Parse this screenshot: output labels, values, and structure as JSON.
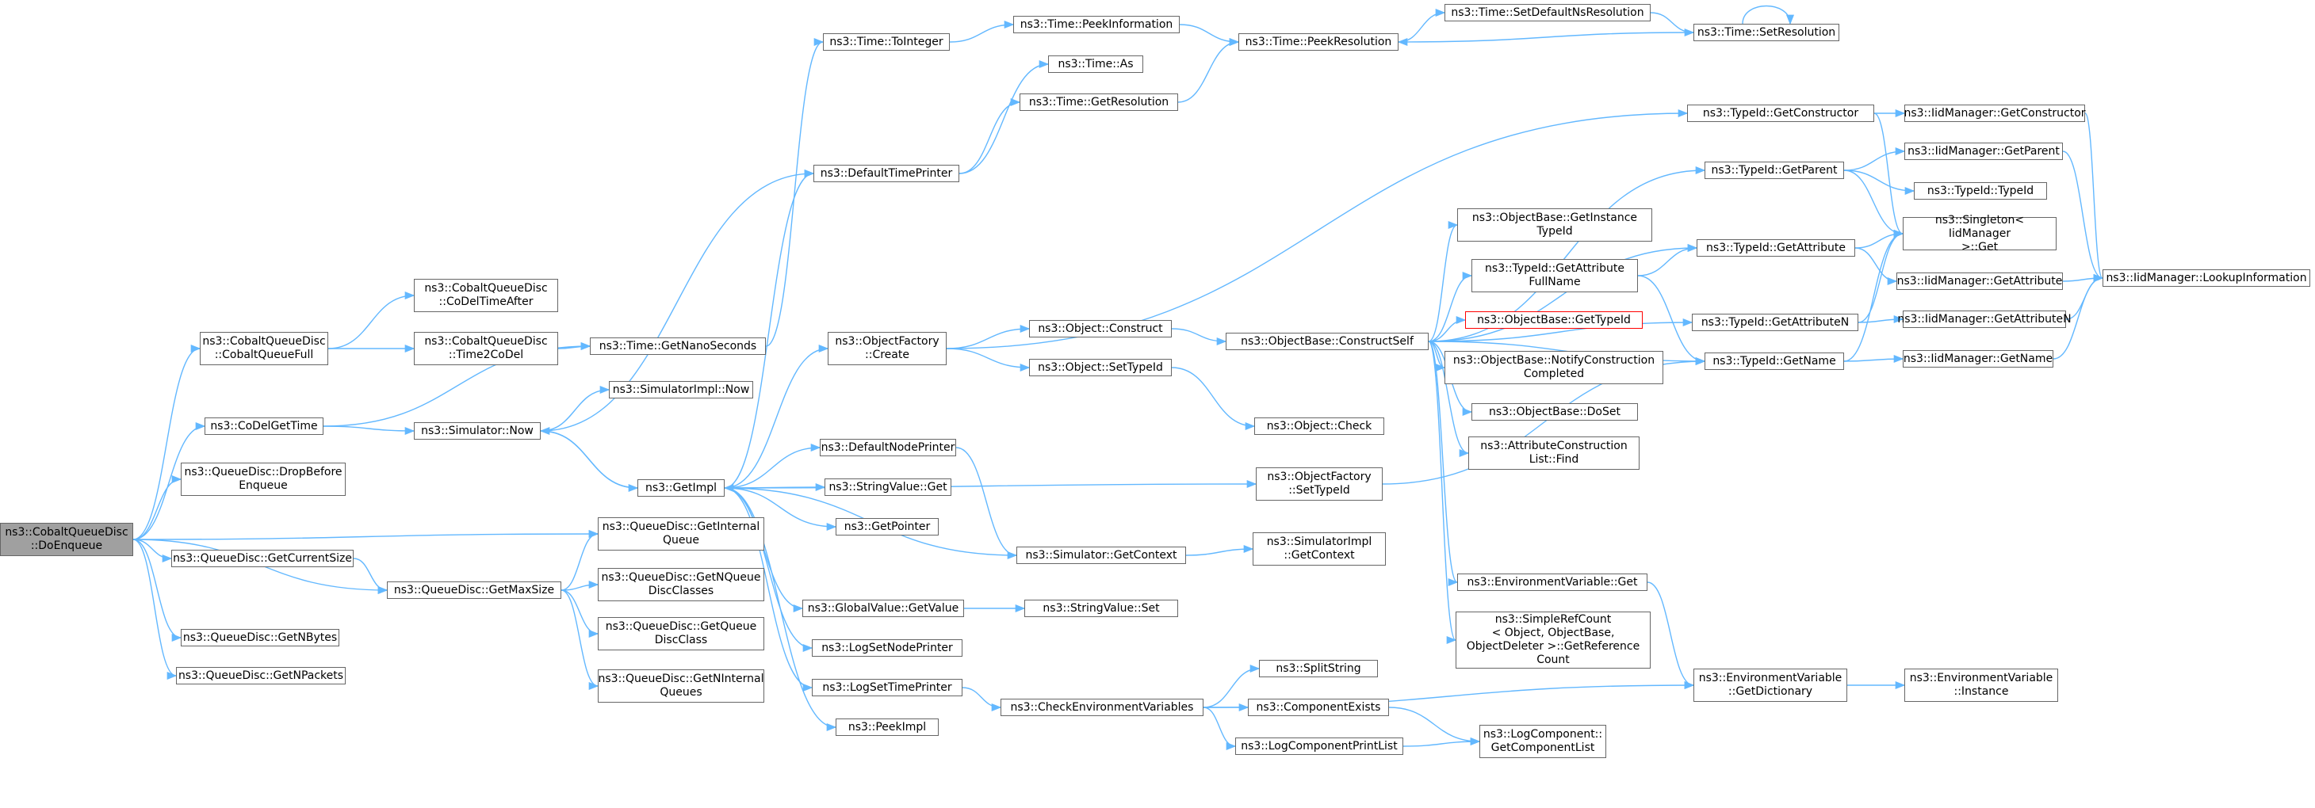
{
  "diagram": {
    "title": "",
    "nodes": [
      {
        "id": "root",
        "label": "ns3::CobaltQueueDisc\n::DoEnqueue",
        "kind": "root"
      },
      {
        "id": "cobaltQueueFull",
        "label": "ns3::CobaltQueueDisc\n::CobaltQueueFull"
      },
      {
        "id": "codelGetTime",
        "label": "ns3::CoDelGetTime"
      },
      {
        "id": "dropBeforeEnqueue",
        "label": "ns3::QueueDisc::DropBefore\nEnqueue"
      },
      {
        "id": "getCurrentSize",
        "label": "ns3::QueueDisc::GetCurrentSize"
      },
      {
        "id": "getMaxSize",
        "label": "ns3::QueueDisc::GetMaxSize"
      },
      {
        "id": "getNBytes",
        "label": "ns3::QueueDisc::GetNBytes"
      },
      {
        "id": "getNPackets",
        "label": "ns3::QueueDisc::GetNPackets"
      },
      {
        "id": "codelTimeAfter",
        "label": "ns3::CobaltQueueDisc\n::CoDelTimeAfter"
      },
      {
        "id": "time2CoDel",
        "label": "ns3::CobaltQueueDisc\n::Time2CoDel"
      },
      {
        "id": "getNanoSeconds",
        "label": "ns3::Time::GetNanoSeconds"
      },
      {
        "id": "simulatorNow",
        "label": "ns3::Simulator::Now"
      },
      {
        "id": "simulatorImplNow",
        "label": "ns3::SimulatorImpl::Now"
      },
      {
        "id": "getInternalQueue",
        "label": "ns3::QueueDisc::GetInternal\nQueue"
      },
      {
        "id": "getNQueueDiscClasses",
        "label": "ns3::QueueDisc::GetNQueue\nDiscClasses"
      },
      {
        "id": "getQueueDiscClass",
        "label": "ns3::QueueDisc::GetQueue\nDiscClass"
      },
      {
        "id": "getNInternalQueues",
        "label": "ns3::QueueDisc::GetNInternal\nQueues"
      },
      {
        "id": "getImpl",
        "label": "ns3::GetImpl"
      },
      {
        "id": "timeToInteger",
        "label": "ns3::Time::ToInteger"
      },
      {
        "id": "defaultTimePrinter",
        "label": "ns3::DefaultTimePrinter"
      },
      {
        "id": "objectFactoryCreate",
        "label": "ns3::ObjectFactory\n::Create"
      },
      {
        "id": "defaultNodePrinter",
        "label": "ns3::DefaultNodePrinter"
      },
      {
        "id": "stringValueGet",
        "label": "ns3::StringValue::Get"
      },
      {
        "id": "getPointer",
        "label": "ns3::GetPointer"
      },
      {
        "id": "globalValueGetValue",
        "label": "ns3::GlobalValue::GetValue"
      },
      {
        "id": "logSetNodePrinter",
        "label": "ns3::LogSetNodePrinter"
      },
      {
        "id": "logSetTimePrinter",
        "label": "ns3::LogSetTimePrinter"
      },
      {
        "id": "peekImpl",
        "label": "ns3::PeekImpl"
      },
      {
        "id": "timePeekInformation",
        "label": "ns3::Time::PeekInformation"
      },
      {
        "id": "timeAs",
        "label": "ns3::Time::As"
      },
      {
        "id": "timeGetResolution",
        "label": "ns3::Time::GetResolution"
      },
      {
        "id": "timePeekResolution",
        "label": "ns3::Time::PeekResolution"
      },
      {
        "id": "timeSetDefaultNsResolution",
        "label": "ns3::Time::SetDefaultNsResolution"
      },
      {
        "id": "timeSetResolution",
        "label": "ns3::Time::SetResolution"
      },
      {
        "id": "objectConstruct",
        "label": "ns3::Object::Construct"
      },
      {
        "id": "objectSetTypeId",
        "label": "ns3::Object::SetTypeId"
      },
      {
        "id": "objectCheck",
        "label": "ns3::Object::Check"
      },
      {
        "id": "objectFactorySetTypeId",
        "label": "ns3::ObjectFactory\n::SetTypeId"
      },
      {
        "id": "simulatorGetContext",
        "label": "ns3::Simulator::GetContext"
      },
      {
        "id": "simulatorImplGetContext",
        "label": "ns3::SimulatorImpl\n::GetContext"
      },
      {
        "id": "stringValueSet",
        "label": "ns3::StringValue::Set"
      },
      {
        "id": "checkEnvVars",
        "label": "ns3::CheckEnvironmentVariables"
      },
      {
        "id": "splitString",
        "label": "ns3::SplitString"
      },
      {
        "id": "componentExists",
        "label": "ns3::ComponentExists"
      },
      {
        "id": "logComponentPrintList",
        "label": "ns3::LogComponentPrintList"
      },
      {
        "id": "getComponentList",
        "label": "ns3::LogComponent::\nGetComponentList"
      },
      {
        "id": "constructSelf",
        "label": "ns3::ObjectBase::ConstructSelf"
      },
      {
        "id": "getInstanceTypeId",
        "label": "ns3::ObjectBase::GetInstance\nTypeId"
      },
      {
        "id": "getAttributeFullName",
        "label": "ns3::TypeId::GetAttribute\nFullName"
      },
      {
        "id": "objectBaseGetTypeId",
        "label": "ns3::ObjectBase::GetTypeId",
        "kind": "red"
      },
      {
        "id": "notifyConstructionCompleted",
        "label": "ns3::ObjectBase::NotifyConstruction\nCompleted"
      },
      {
        "id": "doSet",
        "label": "ns3::ObjectBase::DoSet"
      },
      {
        "id": "attrConstructionListFind",
        "label": "ns3::AttributeConstruction\nList::Find"
      },
      {
        "id": "envVarGet",
        "label": "ns3::EnvironmentVariable::Get"
      },
      {
        "id": "simpleRefCount",
        "label": "ns3::SimpleRefCount\n< Object, ObjectBase,\n ObjectDeleter >::GetReference\nCount"
      },
      {
        "id": "typeIdGetConstructor",
        "label": "ns3::TypeId::GetConstructor"
      },
      {
        "id": "typeIdGetParent",
        "label": "ns3::TypeId::GetParent"
      },
      {
        "id": "typeIdGetAttribute",
        "label": "ns3::TypeId::GetAttribute"
      },
      {
        "id": "typeIdGetAttributeN",
        "label": "ns3::TypeId::GetAttributeN"
      },
      {
        "id": "typeIdGetName",
        "label": "ns3::TypeId::GetName"
      },
      {
        "id": "envVarGetDictionary",
        "label": "ns3::EnvironmentVariable\n::GetDictionary"
      },
      {
        "id": "envVarInstance",
        "label": "ns3::EnvironmentVariable\n::Instance"
      },
      {
        "id": "iidGetConstructor",
        "label": "ns3::IidManager::GetConstructor"
      },
      {
        "id": "iidGetParent",
        "label": "ns3::IidManager::GetParent"
      },
      {
        "id": "typeIdTypeId",
        "label": "ns3::TypeId::TypeId"
      },
      {
        "id": "singletonGet",
        "label": "ns3::Singleton< IidManager\n >::Get"
      },
      {
        "id": "iidGetAttribute",
        "label": "ns3::IidManager::GetAttribute"
      },
      {
        "id": "iidGetAttributeN",
        "label": "ns3::IidManager::GetAttributeN"
      },
      {
        "id": "iidGetName",
        "label": "ns3::IidManager::GetName"
      },
      {
        "id": "iidLookupInformation",
        "label": "ns3::IidManager::LookupInformation"
      }
    ],
    "edges": [
      [
        "root",
        "cobaltQueueFull"
      ],
      [
        "root",
        "codelGetTime"
      ],
      [
        "root",
        "dropBeforeEnqueue"
      ],
      [
        "root",
        "getInternalQueue"
      ],
      [
        "root",
        "getCurrentSize"
      ],
      [
        "root",
        "getMaxSize"
      ],
      [
        "root",
        "getNBytes"
      ],
      [
        "root",
        "getNPackets"
      ],
      [
        "cobaltQueueFull",
        "codelTimeAfter"
      ],
      [
        "cobaltQueueFull",
        "time2CoDel"
      ],
      [
        "time2CoDel",
        "getNanoSeconds"
      ],
      [
        "codelGetTime",
        "getNanoSeconds"
      ],
      [
        "codelGetTime",
        "simulatorNow"
      ],
      [
        "getNanoSeconds",
        "timeToInteger"
      ],
      [
        "simulatorNow",
        "simulatorImplNow"
      ],
      [
        "simulatorNow",
        "getImpl"
      ],
      [
        "simulatorNow",
        "defaultTimePrinter"
      ],
      [
        "getCurrentSize",
        "getMaxSize"
      ],
      [
        "getMaxSize",
        "getInternalQueue"
      ],
      [
        "getMaxSize",
        "getNQueueDiscClasses"
      ],
      [
        "getMaxSize",
        "getQueueDiscClass"
      ],
      [
        "getMaxSize",
        "getNInternalQueues"
      ],
      [
        "getImpl",
        "simulatorNow"
      ],
      [
        "getImpl",
        "defaultTimePrinter"
      ],
      [
        "getImpl",
        "objectFactoryCreate"
      ],
      [
        "getImpl",
        "defaultNodePrinter"
      ],
      [
        "getImpl",
        "objectFactorySetTypeId"
      ],
      [
        "getImpl",
        "stringValueGet"
      ],
      [
        "getImpl",
        "getPointer"
      ],
      [
        "getImpl",
        "globalValueGetValue"
      ],
      [
        "getImpl",
        "logSetNodePrinter"
      ],
      [
        "getImpl",
        "logSetTimePrinter"
      ],
      [
        "getImpl",
        "peekImpl"
      ],
      [
        "timeToInteger",
        "timePeekInformation"
      ],
      [
        "timePeekInformation",
        "timePeekResolution"
      ],
      [
        "defaultTimePrinter",
        "timeAs"
      ],
      [
        "defaultTimePrinter",
        "timeGetResolution"
      ],
      [
        "timeGetResolution",
        "timePeekResolution"
      ],
      [
        "timePeekResolution",
        "timeSetDefaultNsResolution"
      ],
      [
        "timeSetDefaultNsResolution",
        "timeSetResolution"
      ],
      [
        "timeSetResolution",
        "timeSetResolution"
      ],
      [
        "timeSetResolution",
        "timePeekResolution"
      ],
      [
        "objectFactoryCreate",
        "objectConstruct"
      ],
      [
        "objectFactoryCreate",
        "objectSetTypeId"
      ],
      [
        "objectFactoryCreate",
        "typeIdGetConstructor"
      ],
      [
        "objectConstruct",
        "constructSelf"
      ],
      [
        "objectSetTypeId",
        "objectCheck"
      ],
      [
        "defaultNodePrinter",
        "simulatorGetContext"
      ],
      [
        "simulatorGetContext",
        "getImpl"
      ],
      [
        "simulatorGetContext",
        "simulatorImplGetContext"
      ],
      [
        "globalValueGetValue",
        "stringValueSet"
      ],
      [
        "logSetTimePrinter",
        "checkEnvVars"
      ],
      [
        "checkEnvVars",
        "splitString"
      ],
      [
        "checkEnvVars",
        "componentExists"
      ],
      [
        "checkEnvVars",
        "logComponentPrintList"
      ],
      [
        "checkEnvVars",
        "envVarGetDictionary"
      ],
      [
        "componentExists",
        "getComponentList"
      ],
      [
        "logComponentPrintList",
        "getComponentList"
      ],
      [
        "objectFactorySetTypeId",
        "typeIdGetName"
      ],
      [
        "constructSelf",
        "getInstanceTypeId"
      ],
      [
        "constructSelf",
        "getAttributeFullName"
      ],
      [
        "constructSelf",
        "objectBaseGetTypeId"
      ],
      [
        "constructSelf",
        "notifyConstructionCompleted"
      ],
      [
        "constructSelf",
        "doSet"
      ],
      [
        "constructSelf",
        "attrConstructionListFind"
      ],
      [
        "constructSelf",
        "envVarGet"
      ],
      [
        "constructSelf",
        "simpleRefCount"
      ],
      [
        "constructSelf",
        "typeIdGetParent"
      ],
      [
        "constructSelf",
        "typeIdGetAttribute"
      ],
      [
        "constructSelf",
        "typeIdGetAttributeN"
      ],
      [
        "constructSelf",
        "typeIdGetName"
      ],
      [
        "getAttributeFullName",
        "typeIdGetAttribute"
      ],
      [
        "getAttributeFullName",
        "typeIdGetName"
      ],
      [
        "envVarGet",
        "envVarGetDictionary"
      ],
      [
        "envVarGetDictionary",
        "envVarInstance"
      ],
      [
        "typeIdGetConstructor",
        "iidGetConstructor"
      ],
      [
        "typeIdGetConstructor",
        "singletonGet"
      ],
      [
        "typeIdGetParent",
        "iidGetParent"
      ],
      [
        "typeIdGetParent",
        "typeIdTypeId"
      ],
      [
        "typeIdGetParent",
        "singletonGet"
      ],
      [
        "typeIdGetAttribute",
        "singletonGet"
      ],
      [
        "typeIdGetAttribute",
        "iidGetAttribute"
      ],
      [
        "typeIdGetAttributeN",
        "singletonGet"
      ],
      [
        "typeIdGetAttributeN",
        "iidGetAttributeN"
      ],
      [
        "typeIdGetName",
        "singletonGet"
      ],
      [
        "typeIdGetName",
        "iidGetName"
      ],
      [
        "iidGetConstructor",
        "iidLookupInformation"
      ],
      [
        "iidGetParent",
        "iidLookupInformation"
      ],
      [
        "iidGetAttribute",
        "iidLookupInformation"
      ],
      [
        "iidGetAttributeN",
        "iidLookupInformation"
      ],
      [
        "iidGetName",
        "iidLookupInformation"
      ]
    ]
  }
}
